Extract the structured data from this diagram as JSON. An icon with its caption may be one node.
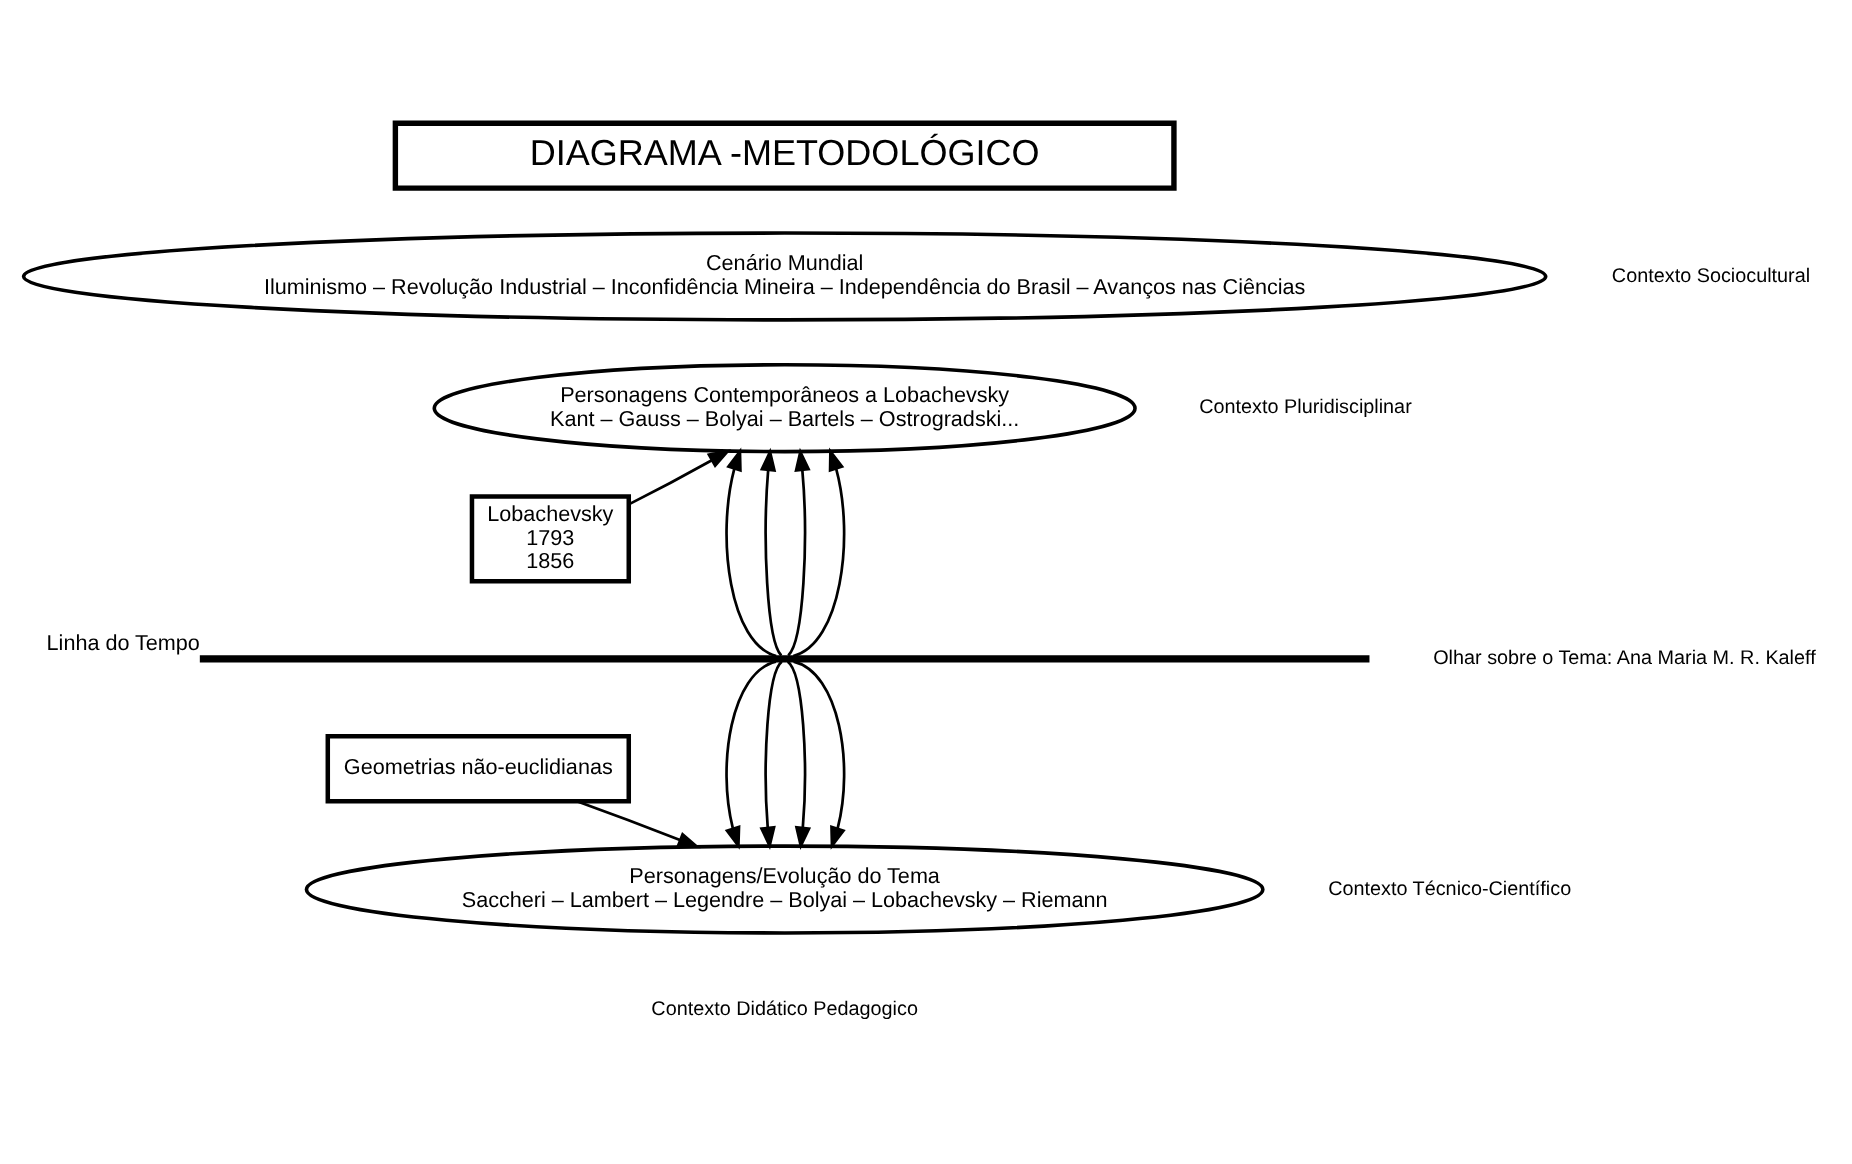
{
  "diagram": {
    "nodes": [
      {
        "text": [
          "DIAGRAMA -METODOLÓGICO"
        ]
      },
      {
        "text": [
          "Cenário Mundial",
          "Iluminismo – Revolução Industrial – Inconfidência Mineira – Independência do Brasil – Avanços nas Ciências"
        ]
      },
      {
        "text": [
          "Personagens Contemporâneos a Lobachevsky",
          "Kant – Gauss – Bolyai – Bartels – Ostrogradski..."
        ]
      },
      {
        "text": [
          "Lobachevsky",
          "1793",
          "1856"
        ]
      },
      {
        "text": [],
        "shape": "bar",
        "beside": [
          "Linha do Tempo"
        ]
      },
      {
        "text": [
          "Geometrias não-euclidianas"
        ]
      },
      {
        "text": [
          "Personagens/Evolução do Tema",
          "Saccheri – Lambert – Legendre – Bolyai – Lobachevsky – Riemann"
        ]
      }
    ],
    "edges": [
      {
        "from": 4,
        "to": 2,
        "arrow": "to"
      },
      {
        "from": 4,
        "to": 2,
        "arrow": "to"
      },
      {
        "from": 3,
        "to": 2,
        "arrow": "to"
      },
      {
        "from": 4,
        "to": 2,
        "arrow": "to"
      },
      {
        "from": 4,
        "to": 2,
        "arrow": "to"
      },
      {
        "from": 4,
        "to": 6,
        "arrow": "to"
      },
      {
        "from": 4,
        "to": 6,
        "arrow": "to"
      },
      {
        "from": 5,
        "to": 6,
        "arrow": "to"
      },
      {
        "from": 4,
        "to": 6,
        "arrow": "to"
      },
      {
        "from": 4,
        "to": 6,
        "arrow": "to"
      }
    ],
    "labels": [
      "Contexto Sociocultural",
      "Contexto Pluridisciplinar",
      "Contexto Técnico-Científico",
      "Olhar sobre o Tema: Ana Maria M. R. Kaleff",
      "Contexto Didático Pedagogico"
    ]
  }
}
